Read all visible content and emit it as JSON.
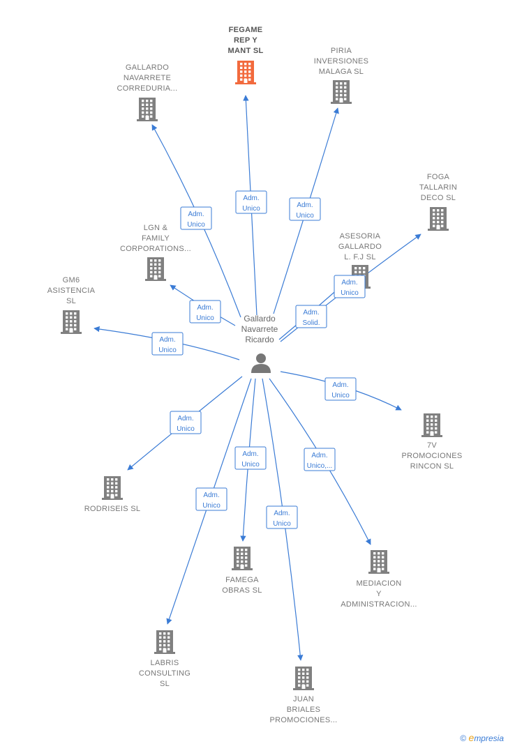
{
  "colors": {
    "edge": "#3a7bd5",
    "building": "#808080",
    "building_highlight": "#f26a3d",
    "person": "#777777"
  },
  "center": {
    "id": "person",
    "label": [
      "Gallardo",
      "Navarrete",
      "Ricardo"
    ],
    "icon": "person-icon"
  },
  "nodes": [
    {
      "id": "fegame",
      "label": [
        "FEGAME",
        "REP Y",
        "MANT  SL"
      ],
      "highlight": true,
      "icon": "building-icon"
    },
    {
      "id": "piria",
      "label": [
        "PIRIA",
        "INVERSIONES",
        "MALAGA  SL"
      ],
      "icon": "building-icon"
    },
    {
      "id": "gallardo-correduria",
      "label": [
        "GALLARDO",
        "NAVARRETE",
        "CORREDURIA..."
      ],
      "icon": "building-icon"
    },
    {
      "id": "foga",
      "label": [
        "FOGA",
        "TALLARIN",
        "DECO  SL"
      ],
      "icon": "building-icon"
    },
    {
      "id": "asesoria",
      "label": [
        "ASESORIA",
        "GALLARDO",
        "L. F.J SL"
      ],
      "icon": "building-icon"
    },
    {
      "id": "lgn",
      "label": [
        "LGN &",
        "FAMILY",
        "CORPORATIONS..."
      ],
      "icon": "building-icon"
    },
    {
      "id": "gm6",
      "label": [
        "GM6",
        "ASISTENCIA",
        "SL"
      ],
      "icon": "building-icon"
    },
    {
      "id": "7v",
      "label": [
        "7V",
        "PROMOCIONES",
        "RINCON  SL"
      ],
      "icon": "building-icon"
    },
    {
      "id": "rodriseis",
      "label": [
        "RODRISEIS SL"
      ],
      "icon": "building-icon"
    },
    {
      "id": "famega",
      "label": [
        "FAMEGA",
        "OBRAS SL"
      ],
      "icon": "building-icon"
    },
    {
      "id": "mediacion",
      "label": [
        "MEDIACION",
        "Y",
        "ADMINISTRACION..."
      ],
      "icon": "building-icon"
    },
    {
      "id": "labris",
      "label": [
        "LABRIS",
        "CONSULTING",
        "SL"
      ],
      "icon": "building-icon"
    },
    {
      "id": "juan",
      "label": [
        "JUAN",
        "BRIALES",
        "PROMOCIONES..."
      ],
      "icon": "building-icon"
    }
  ],
  "edges": [
    {
      "to": "fegame",
      "label": [
        "Adm.",
        "Unico"
      ]
    },
    {
      "to": "piria",
      "label": [
        "Adm.",
        "Unico"
      ]
    },
    {
      "to": "gallardo-correduria",
      "label": [
        "Adm.",
        "Unico"
      ]
    },
    {
      "to": "foga",
      "label": [
        "Adm.",
        "Unico"
      ]
    },
    {
      "to": "asesoria",
      "label": [
        "Adm.",
        "Solid."
      ]
    },
    {
      "to": "lgn",
      "label": [
        "Adm.",
        "Unico"
      ]
    },
    {
      "to": "gm6",
      "label": [
        "Adm.",
        "Unico"
      ]
    },
    {
      "to": "7v",
      "label": [
        "Adm.",
        "Unico"
      ]
    },
    {
      "to": "rodriseis",
      "label": [
        "Adm.",
        "Unico"
      ]
    },
    {
      "to": "famega",
      "label": [
        "Adm.",
        "Unico"
      ]
    },
    {
      "to": "mediacion",
      "label": [
        "Adm.",
        "Unico,..."
      ]
    },
    {
      "to": "labris",
      "label": [
        "Adm.",
        "Unico"
      ]
    },
    {
      "to": "juan",
      "label": [
        "Adm.",
        "Unico"
      ]
    }
  ],
  "brand": {
    "symbol": "©",
    "initial": "e",
    "rest": "mpresia"
  }
}
